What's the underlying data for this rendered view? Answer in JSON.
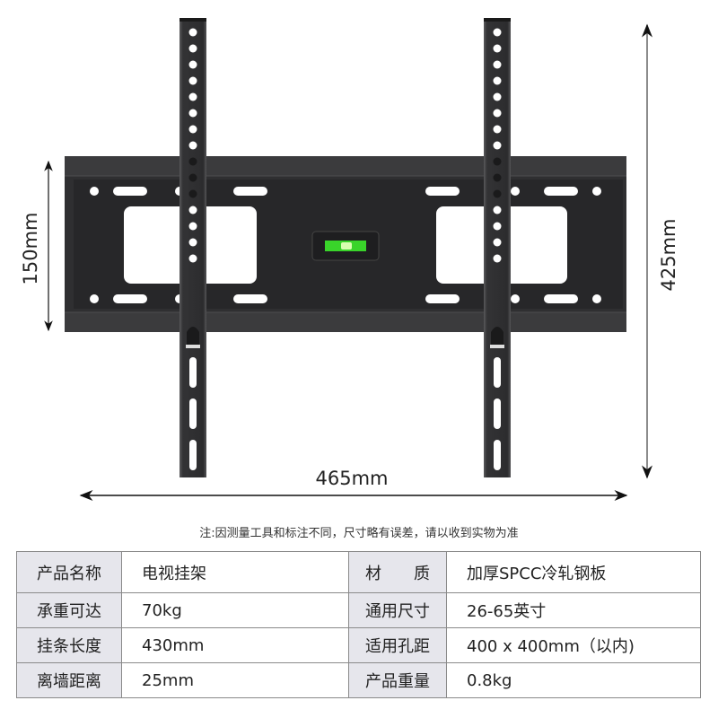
{
  "diagram": {
    "product": "TV wall mount bracket",
    "dimensions": {
      "width_label": "465mm",
      "height_label": "425mm",
      "plate_height_label": "150mm"
    },
    "colors": {
      "bracket": "#2e2e30",
      "bracket_edge": "#4a4a4c",
      "level_bubble": "#39d42a",
      "dimension_line_dark": "#111111",
      "dimension_line_gray": "#666666"
    }
  },
  "note": "注:因测量工具和标注不同，尺寸略有误差，请以收到实物为准",
  "specs": {
    "rows": [
      {
        "label1": "产品名称",
        "value1": "电视挂架",
        "label2": "材　　质",
        "value2": "加厚SPCC冷轧钢板"
      },
      {
        "label1": "承重可达",
        "value1": "70kg",
        "label2": "通用尺寸",
        "value2": "26-65英寸"
      },
      {
        "label1": "挂条长度",
        "value1": "430mm",
        "label2": "适用孔距",
        "value2": "400 x 400mm（以内)"
      },
      {
        "label1": "离墙距离",
        "value1": "25mm",
        "label2": "产品重量",
        "value2": "0.8kg"
      }
    ],
    "colors": {
      "label_bg": "#e6e6ec",
      "border": "#8a8a8a"
    }
  }
}
